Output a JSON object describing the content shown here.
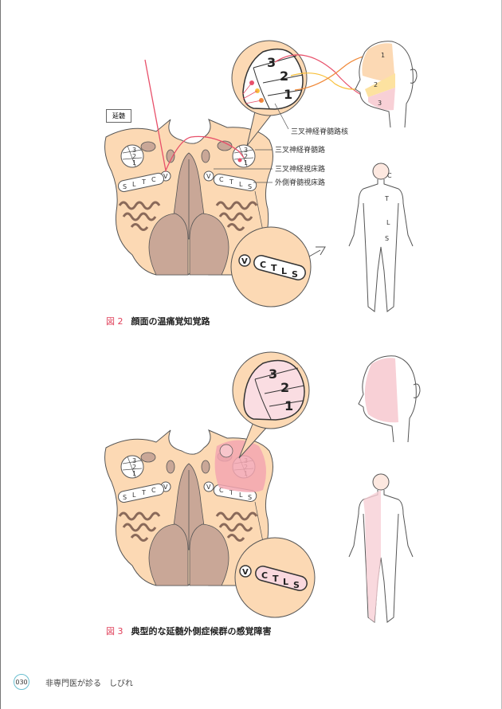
{
  "figure2": {
    "number": "図 2",
    "title": "顔面の温痛覚知覚路",
    "region_label": "延髄",
    "labels": [
      "三叉神経脊髄路核",
      "三叉神経脊髄路",
      "三叉神経視床路",
      "外側脊髄視床路"
    ],
    "division_numbers": [
      "3",
      "2",
      "1"
    ],
    "face_numbers": [
      "1",
      "2",
      "3"
    ],
    "body_levels": [
      "C",
      "T",
      "L",
      "S"
    ]
  },
  "medulla": {
    "left_tract": [
      "S",
      "L",
      "T",
      "C"
    ],
    "right_tract": [
      "C",
      "T",
      "L",
      "S"
    ],
    "v_label": "V",
    "small_numbers": [
      "3",
      "2",
      "1"
    ]
  },
  "figure3": {
    "number": "図 3",
    "title": "典型的な延髄外側症候群の感覚障害",
    "division_numbers": [
      "3",
      "2",
      "1"
    ]
  },
  "footer": {
    "page_number": "030",
    "book_title": "非専門医が診る　しびれ"
  },
  "colors": {
    "peach": "#fcd9b4",
    "brown": "#c9a797",
    "pink": "#f3a6b0",
    "red": "#e8506a",
    "orange": "#f08a3a",
    "yellow": "#f8c03a"
  }
}
